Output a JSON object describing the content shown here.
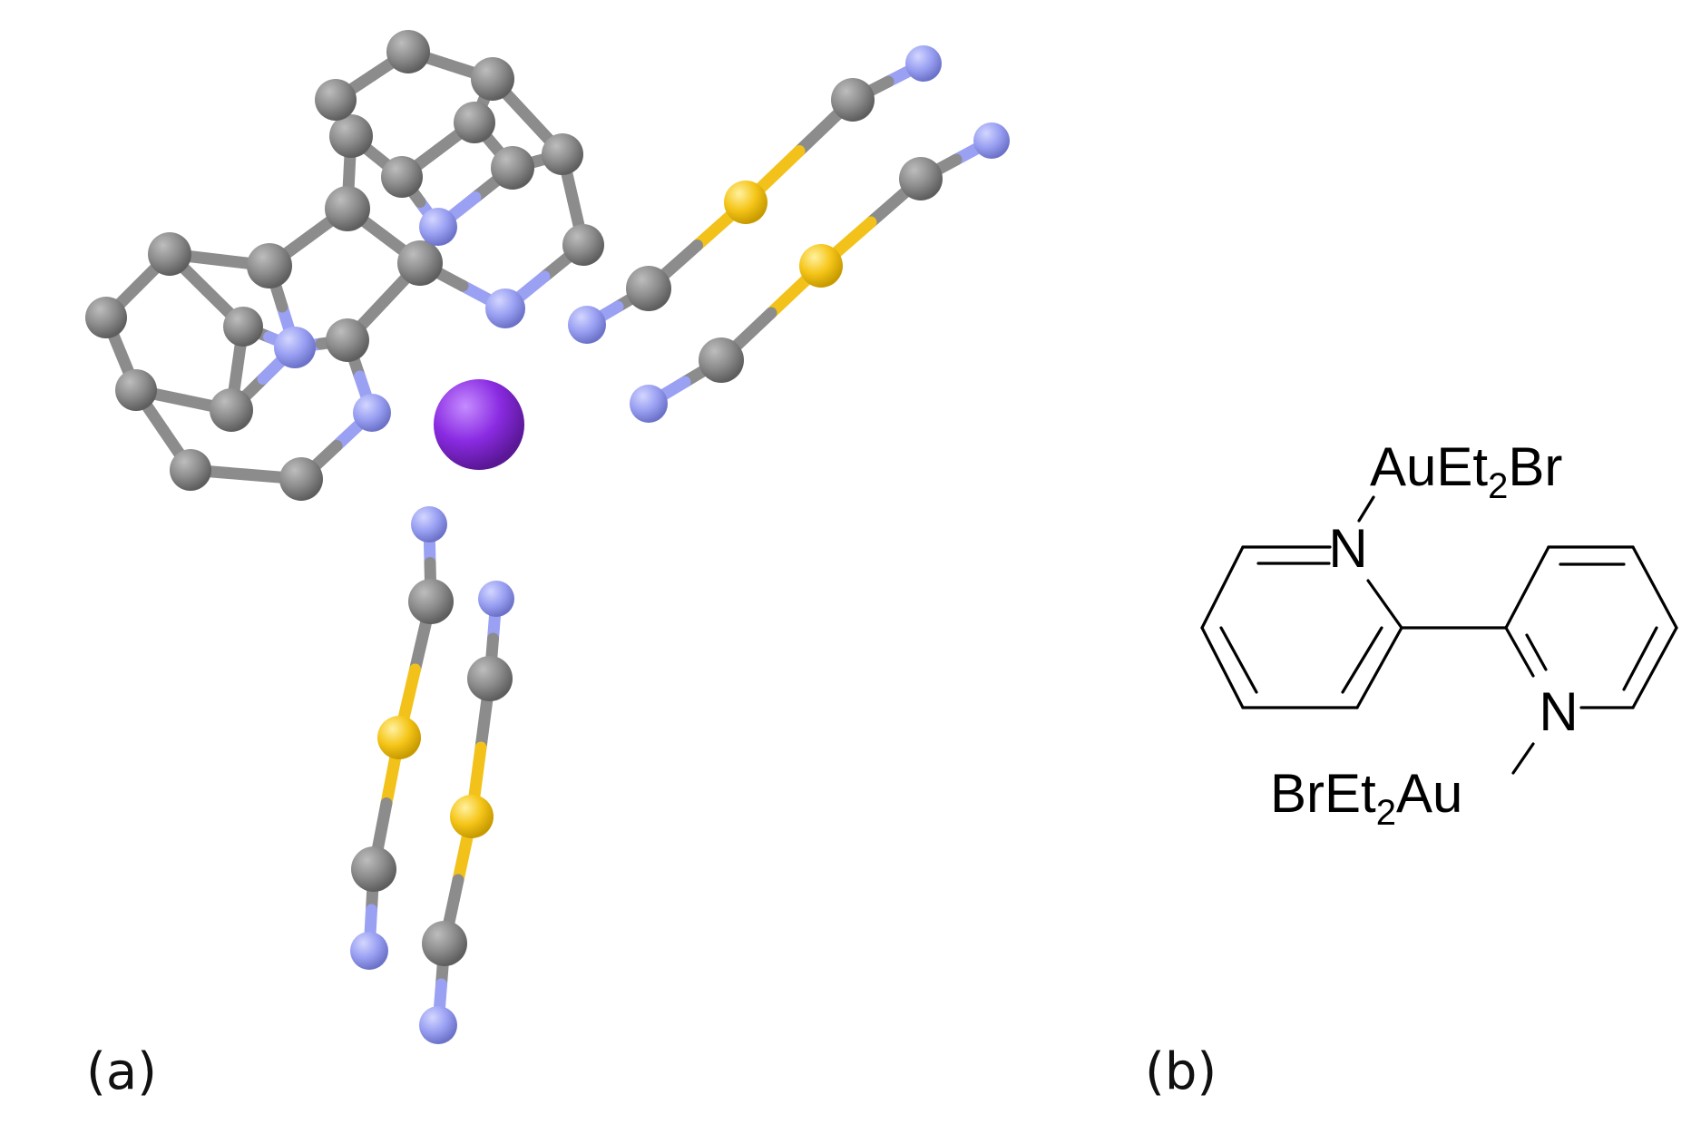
{
  "panels": {
    "a": {
      "label": "(a)"
    },
    "b": {
      "label": "(b)"
    }
  },
  "colors": {
    "carbon": "#8c8c8c",
    "nitrogen": "#9aa0f2",
    "gold": "#f5c518",
    "potassium": "#8a2be2",
    "bond": "#000000"
  },
  "structure": {
    "top_group": {
      "main": "AuEt",
      "sub": "2",
      "tail": "Br"
    },
    "bottom_group": {
      "main": "BrEt",
      "sub": "2",
      "tail": "Au"
    },
    "n_label_1": "N",
    "n_label_2": "N"
  }
}
